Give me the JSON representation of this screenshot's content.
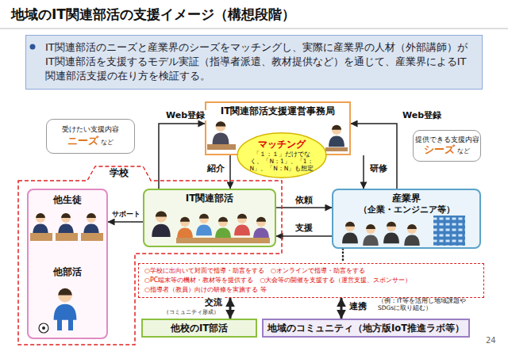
{
  "diagram": {
    "title": "地域のIT関連部活の支援イメージ（構想段階）",
    "nodes": [
      {
        "text": [
          "IT関連部活のニーズと産業界のシーズをマッチングし、実際に産業界の人材（外部講師）がIT関連部活を支援するモデル実証（指導者派遣、教材提供など）を通じて、産業界によるIT関連部活支援の在り方を検証する。"
        ]
      },
      {
        "text": [
          "受けたい支援内容",
          "ニーズ",
          "など"
        ]
      },
      {
        "text": [
          "IT関連部活支援運営事務局"
        ]
      },
      {
        "text": [
          "提供できる支援内容",
          "シーズ",
          "など"
        ]
      },
      {
        "text": [
          "マッチング",
          "「１：１」だけでなく、「N：1」、「1：N」、「N：N」も想定"
        ]
      },
      {
        "text": [
          "学校"
        ]
      },
      {
        "text": [
          "他生徒",
          "他部活"
        ],
        "in": 5
      },
      {
        "text": [
          "IT関連部活"
        ],
        "in": 5
      },
      {
        "text": [
          "産業界",
          "（企業・エンジニア等）"
        ]
      },
      {
        "text": [
          "○学校に出向いて対面で指導・助言をする",
          "○オンラインで指導・助言をする",
          "○PC端末等の機材・教材等を提供する",
          "○大会等の開催を支援する（運営支援、スポンサー）",
          "○指導者（教員）向けの研修を実施する 等"
        ]
      },
      {
        "text": [
          "他校のIT部活"
        ]
      },
      {
        "text": [
          "地域のコミュニティ（地方版IoT推進ラボ等）"
        ]
      }
    ],
    "edges": [
      {
        "from": 7,
        "to": 2,
        "label": "Web登録",
        "arrow": "to"
      },
      {
        "from": 8,
        "to": 2,
        "label": "Web登録",
        "arrow": "to"
      },
      {
        "from": 2,
        "to": 7,
        "label": "紹介",
        "arrow": "to"
      },
      {
        "from": 2,
        "to": 8,
        "label": "研修",
        "arrow": "to"
      },
      {
        "from": 7,
        "to": 8,
        "label": "依頼",
        "arrow": "to"
      },
      {
        "from": 8,
        "to": 7,
        "label": "支援",
        "arrow": "to"
      },
      {
        "from": 7,
        "to": 6,
        "label": "サポート",
        "arrow": "to"
      },
      {
        "from": 9,
        "to": 10,
        "label": "交流",
        "arrow": "both"
      },
      {
        "from": 9,
        "to": 11,
        "label": "連携",
        "arrow": "both"
      },
      {
        "from": 8,
        "to": 9,
        "arrow": "none"
      }
    ],
    "labels": [
      "（コミュニティ形成）",
      "（例：IT等を活用し地域課題やSDGsに取り組む）",
      "24"
    ]
  }
}
